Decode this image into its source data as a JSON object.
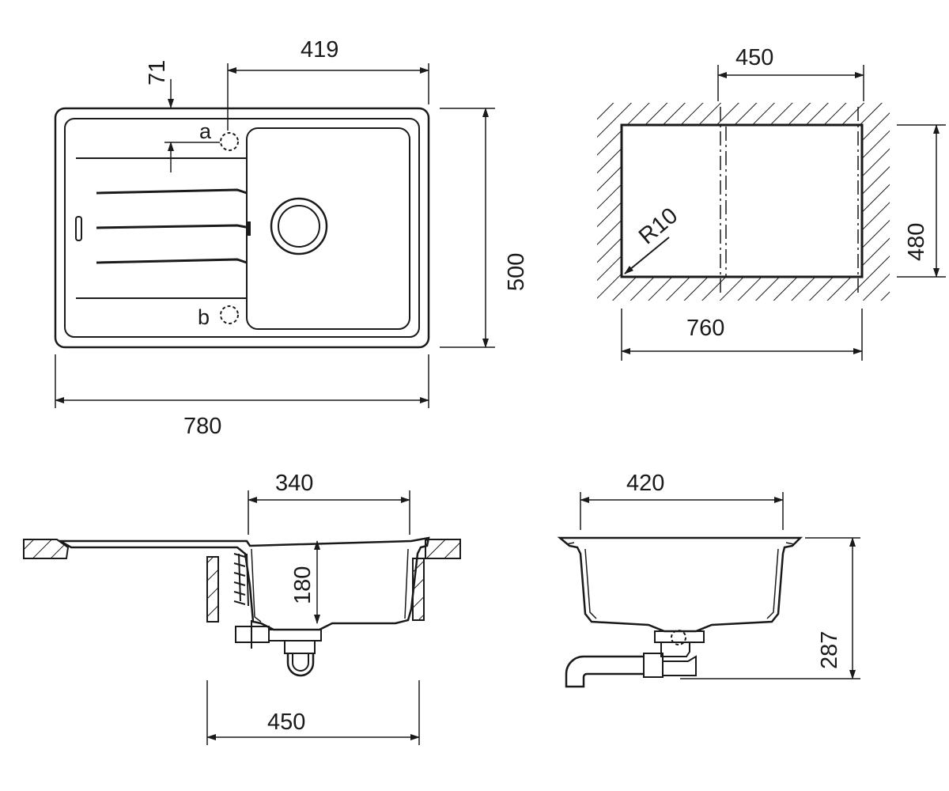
{
  "top_view": {
    "dim_width": "780",
    "dim_depth": "500",
    "dim_bowl_offset": "419",
    "dim_tap_hole": "71",
    "label_a": "a",
    "label_b": "b"
  },
  "cutout_view": {
    "dim_width": "760",
    "dim_depth": "480",
    "dim_offset": "450",
    "dim_radius": "R10"
  },
  "side_view": {
    "dim_bowl_width": "340",
    "dim_bowl_depth": "180",
    "dim_cabinet": "450"
  },
  "front_view": {
    "dim_bowl_width": "420",
    "dim_total_height": "287"
  }
}
